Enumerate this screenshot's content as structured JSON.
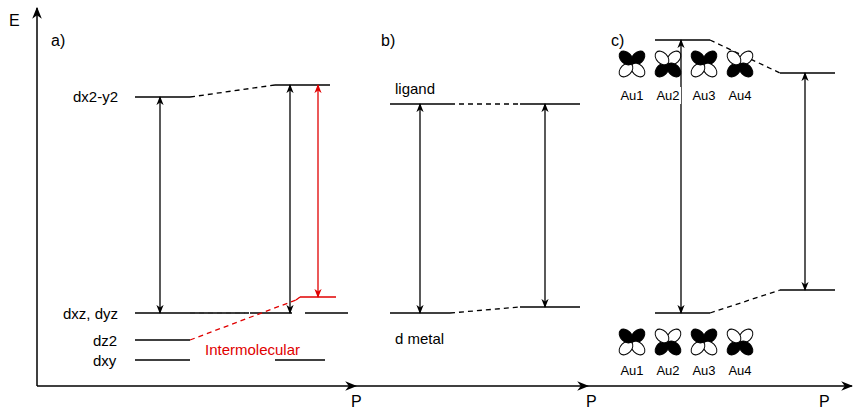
{
  "diagram": {
    "labels": [
      "E",
      "a)",
      "dx2-y2",
      "dxz, dyz",
      "dz2",
      "dxy",
      "Intermolecular",
      "P",
      "b)",
      "ligand",
      "d metal",
      "P",
      "c)",
      "Au1",
      "Au2",
      "Au3",
      "Au4",
      "Au1",
      "Au2",
      "Au3",
      "Au4",
      "P"
    ]
  }
}
